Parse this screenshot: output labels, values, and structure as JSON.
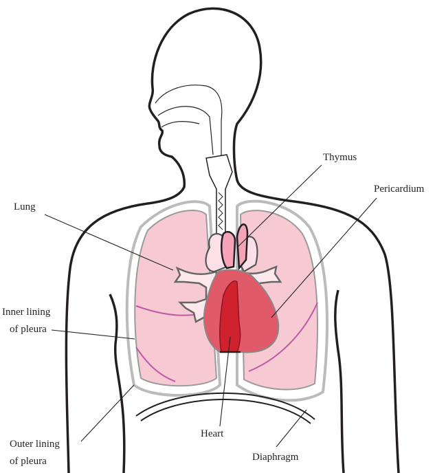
{
  "labels": {
    "thymus": "Thymus",
    "pericardium": "Pericardium",
    "lung": "Lung",
    "inner_lining_1": "Inner lining",
    "inner_lining_2": "of pleura",
    "outer_lining_1": "Outer lining",
    "outer_lining_2": "of pleura",
    "heart": "Heart",
    "diaphragm": "Diaphragm"
  },
  "colors": {
    "lung": "#f6c9d3",
    "pleura_line": "#c058a8",
    "heart": "#e05a6a",
    "heart_dark": "#d0222e",
    "thymus": "#f4a3b8",
    "outline": "#231f20"
  }
}
